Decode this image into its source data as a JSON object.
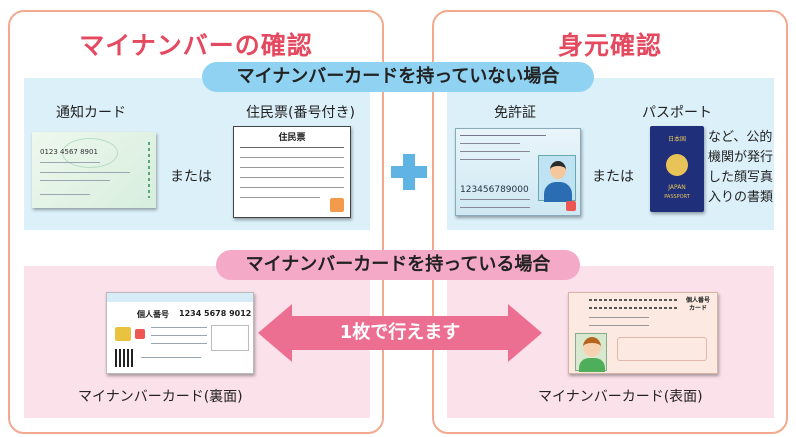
{
  "left_panel": {
    "title": "マイナンバーの確認"
  },
  "right_panel": {
    "title": "身元確認"
  },
  "no_card_banner": "マイナンバーカードを持っていない場合",
  "has_card_banner": "マイナンバーカードを持っている場合",
  "notification_card": {
    "label": "通知カード",
    "number": "0123 4567 8901"
  },
  "or_label": "または",
  "juminhyo": {
    "label": "住民票(番号付き)",
    "doc_title": "住民票"
  },
  "license": {
    "label": "免許証",
    "number": "123456789000"
  },
  "passport": {
    "label": "パスポート",
    "cover_text": "JAPAN",
    "cover_sub": "PASSPORT"
  },
  "other_docs": [
    "など、公的",
    "機関が発行",
    "した顔写真",
    "入りの書類"
  ],
  "single_step_text": "1枚で行えます",
  "card_back": {
    "caption": "マイナンバーカード(裏面)",
    "heading": "個人番号",
    "number": "1234 5678 9012"
  },
  "card_front": {
    "caption": "マイナンバーカード(表面)",
    "heading": "個人番号カード"
  },
  "colors": {
    "accent_red": "#e5495f",
    "panel_border": "#f2a98d",
    "blue_zone": "#dcf0fa",
    "pink_zone": "#fbe1ea",
    "blue_banner": "#8fd2f2",
    "pink_banner": "#f4a9c6",
    "plus": "#5fb4e4",
    "arrow": "#ec6f92"
  }
}
